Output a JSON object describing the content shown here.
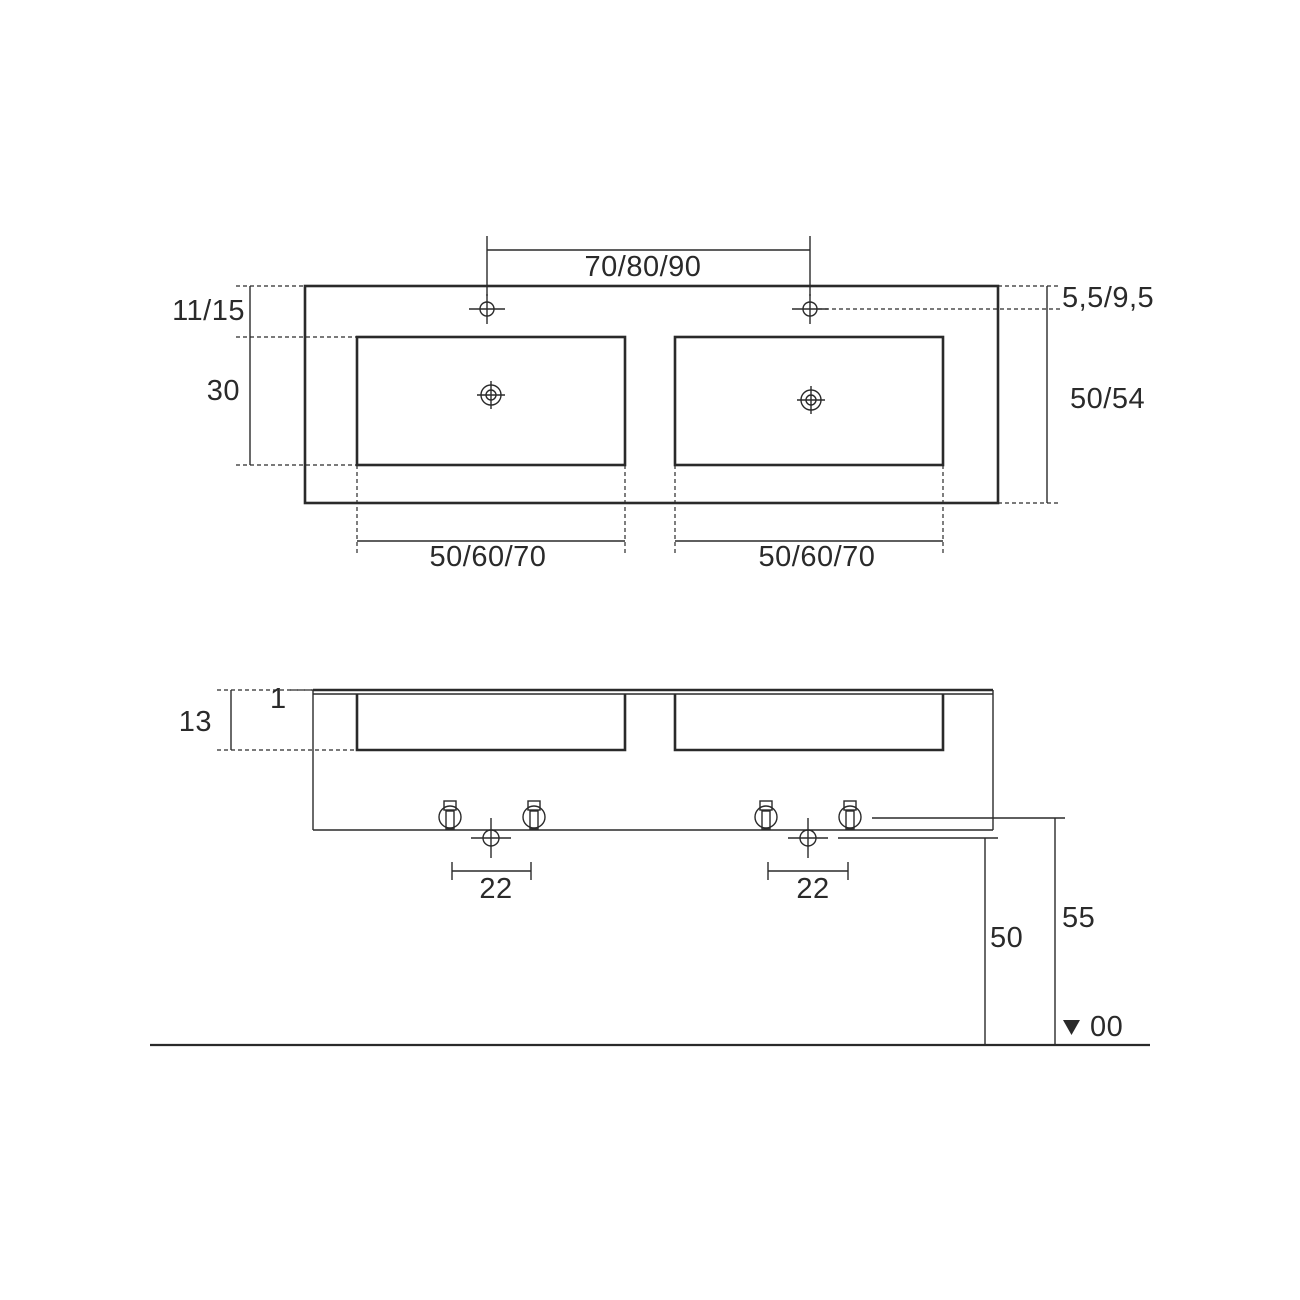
{
  "top_view": {
    "tap_spacing_label": "70/80/90",
    "rear_depth_label": "11/15",
    "basin_depth_label": "30",
    "tap_offset_label": "5,5/9,5",
    "total_depth_label": "50/54",
    "left_basin_width_label": "50/60/70",
    "right_basin_width_label": "50/60/70"
  },
  "side_view": {
    "top_thickness_label": "1",
    "basin_height_label": "13",
    "left_drain_spacing_label": "22",
    "right_drain_spacing_label": "22",
    "drain_height_label": "50",
    "counter_height_label": "55",
    "floor_level_label": "00"
  },
  "colors": {
    "line": "#2a2a2a",
    "background": "#ffffff"
  }
}
